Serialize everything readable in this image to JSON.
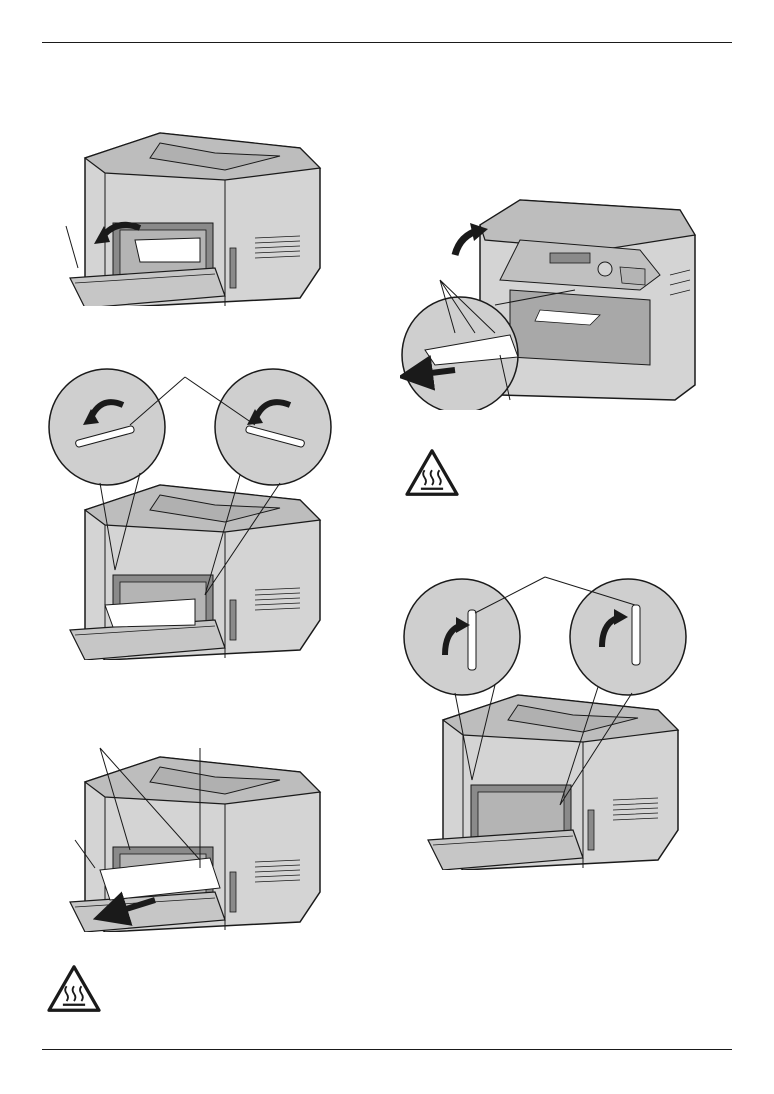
{
  "page": {
    "header_rule": true,
    "footer_rule": true
  },
  "figures": [
    {
      "id": "fig-1",
      "subject": "printer-rear-open-cover"
    },
    {
      "id": "fig-2",
      "subject": "printer-rear-release-levers-down"
    },
    {
      "id": "fig-3",
      "subject": "printer-rear-remove-jammed-paper"
    },
    {
      "id": "fig-4",
      "subject": "printer-front-pull-paper"
    },
    {
      "id": "fig-5",
      "subject": "printer-rear-release-levers-up"
    }
  ],
  "warnings": [
    {
      "id": "warn-1",
      "icon": "hot-surface-icon"
    },
    {
      "id": "warn-2",
      "icon": "hot-surface-icon"
    }
  ],
  "colors": {
    "line": "#1a1a1a",
    "body_fill": "#d4d4d4",
    "dark_fill": "#a8a8a8",
    "paper": "#ffffff",
    "zoom_fill": "#cccccc"
  }
}
